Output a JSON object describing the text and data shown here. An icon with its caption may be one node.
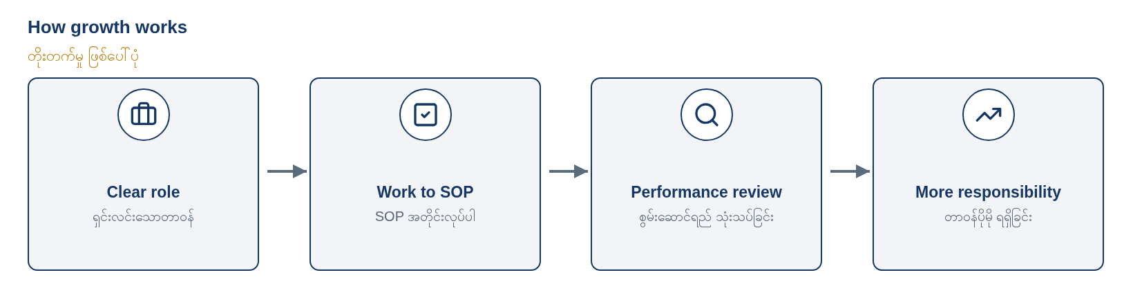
{
  "diagram": {
    "title": "How growth works",
    "caption": "တိုးတက်မှု ဖြစ်ပေါ်ပုံ",
    "nodes": [
      {
        "text": [
          "Clear role",
          "ရှင်းလင်းသောတာဝန်"
        ]
      },
      {
        "text": [
          "Work to SOP",
          "SOP အတိုင်းလုပ်ပါ"
        ]
      },
      {
        "text": [
          "Performance review",
          "စွမ်းဆောင်ရည် သုံးသပ်ခြင်း"
        ]
      },
      {
        "text": [
          "More responsibility",
          "တာဝန်ပိုမို ရရှိခြင်း"
        ]
      }
    ],
    "edges": [
      {
        "from": 0,
        "to": 1,
        "arrow": "to"
      },
      {
        "from": 1,
        "to": 2,
        "arrow": "to"
      },
      {
        "from": 2,
        "to": 3,
        "arrow": "to"
      }
    ]
  }
}
